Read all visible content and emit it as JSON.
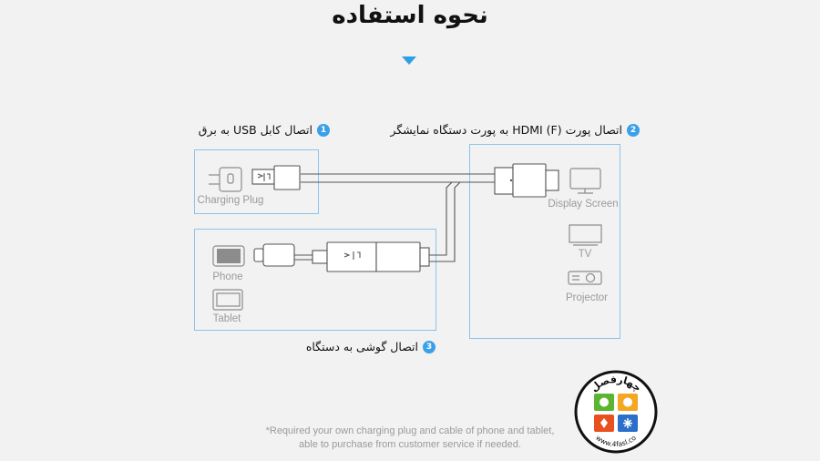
{
  "title": "نحوه استفاده",
  "steps": [
    {
      "num": "1",
      "text": "اتصال کابل USB به برق"
    },
    {
      "num": "2",
      "text": "اتصال پورت HDMI (F) به پورت دستگاه نمایشگر"
    },
    {
      "num": "3",
      "text": "اتصال گوشی به دستگاه"
    }
  ],
  "devices": {
    "charging_plug": "Charging Plug",
    "phone": "Phone",
    "tablet": "Tablet",
    "display_screen": "Display Screen",
    "tv": "TV",
    "projector": "Projector"
  },
  "note": {
    "line1": "*Required your own charging plug and cable of phone and tablet,",
    "line2": "able to purchase from customer service if needed."
  },
  "logo": {
    "name": "چهارفصل",
    "url": "www.4fasl.co",
    "colors": [
      "#5cb531",
      "#f5a623",
      "#e8501f",
      "#2a6fc9"
    ]
  },
  "colors": {
    "accent": "#3aa0e8",
    "box_border": "#8cc4ea"
  }
}
